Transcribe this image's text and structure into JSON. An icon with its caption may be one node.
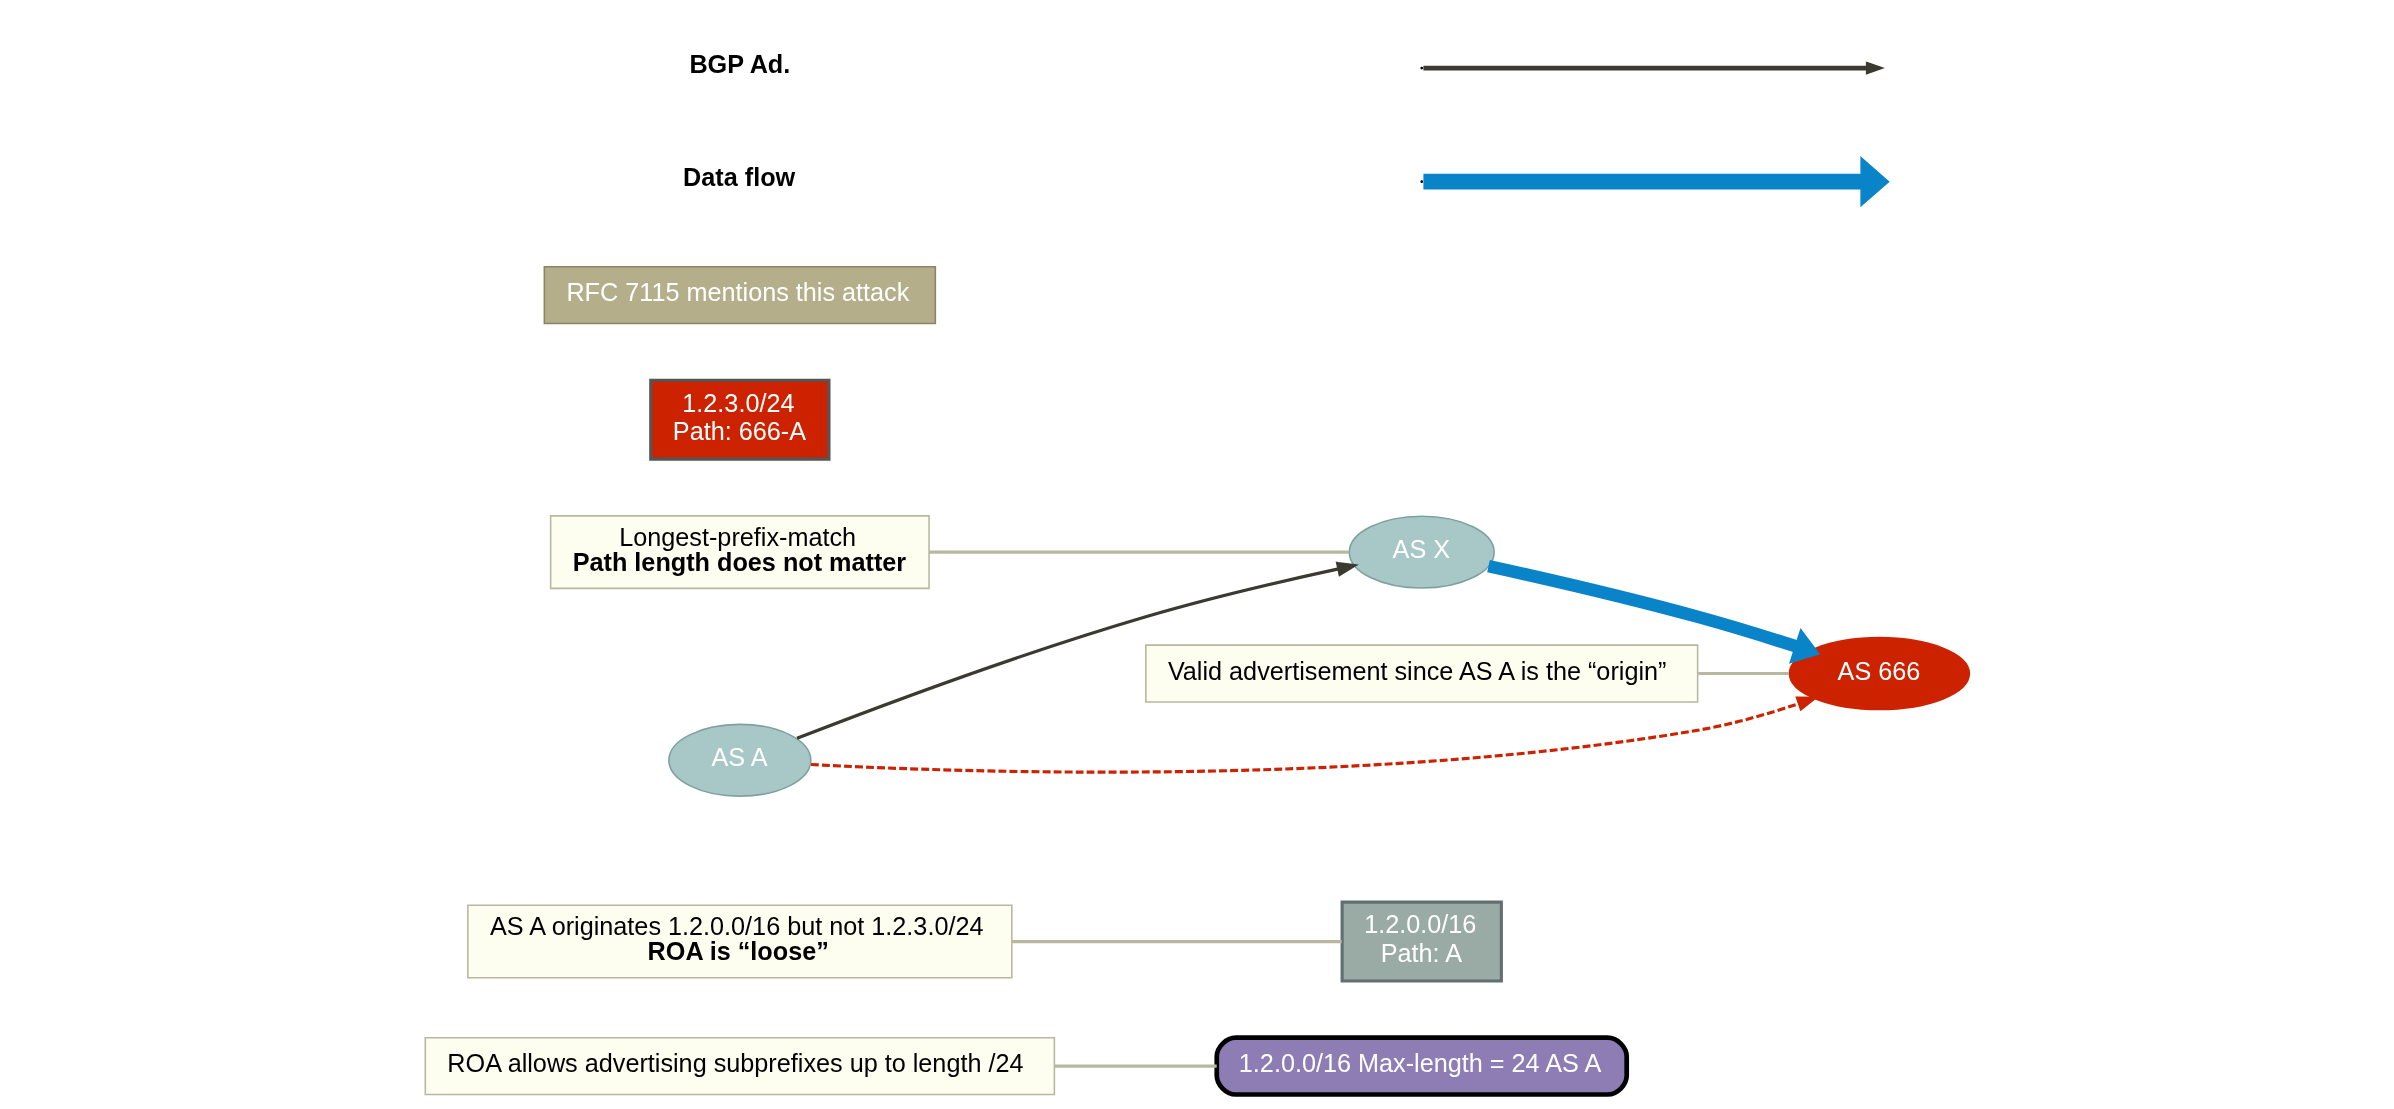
{
  "diagram": {
    "nodes": [
      {
        "text": [
          "1.2.0.0/16 Max-length = 24 AS A"
        ]
      },
      {
        "text": [
          "ROA allows advertising subprefixes up to length /24"
        ]
      },
      {
        "text": [
          "AS A originates 1.2.0.0/16 but not 1.2.3.0/24",
          "**ROA is “loose”**"
        ]
      },
      {
        "text": [
          "Longest-prefix-match",
          "**Path length does not matter**"
        ]
      },
      {
        "text": [
          "Valid advertisement since AS A is the “origin”"
        ]
      },
      {
        "text": [
          "1.2.0.0/16",
          "Path: A"
        ]
      },
      {
        "text": [
          "AS A"
        ]
      },
      {
        "text": [
          "AS X"
        ]
      },
      {
        "text": [
          "AS 666"
        ]
      },
      {
        "text": [
          "1.2.3.0/24",
          "Path: 666-A"
        ]
      },
      {
        "text": [
          "RFC 7115 mentions this attack"
        ]
      }
    ],
    "edges": [
      {
        "from": 6,
        "to": 7,
        "arrow": "to",
        "color": "#3a3a30"
      },
      {
        "from": 7,
        "to": 8,
        "arrow": "to",
        "style": "thick",
        "color": "#0a84c8"
      },
      {
        "from": 6,
        "to": 8,
        "arrow": "to",
        "style": "dashed",
        "color": "#cc2200"
      },
      {
        "from": 1,
        "to": 0,
        "arrow": "none"
      },
      {
        "from": 2,
        "to": 5,
        "arrow": "none"
      },
      {
        "from": 3,
        "to": 7,
        "arrow": "none"
      },
      {
        "from": 4,
        "to": 8,
        "arrow": "none"
      }
    ],
    "legend": [
      {
        "text": "BGP Ad."
      },
      {
        "text": "Data flow"
      }
    ]
  }
}
